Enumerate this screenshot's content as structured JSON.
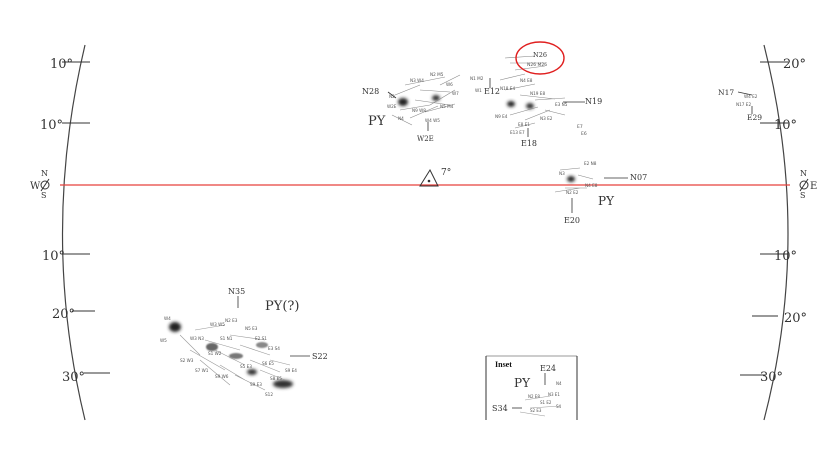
{
  "scale": {
    "left": [
      "10°",
      "10°",
      "10°",
      "20°",
      "30°"
    ],
    "right": [
      "20°",
      "10°",
      "10°",
      "20°",
      "30°"
    ]
  },
  "equator": {
    "left_n": "N",
    "left_w": "W",
    "left_s": "S",
    "right_n": "N",
    "right_e": "E",
    "right_s": "S",
    "line_color": "#e8413c"
  },
  "marker": {
    "label": "7°"
  },
  "highlight": {
    "label": "N26",
    "color": "#e02020"
  },
  "labels": {
    "n28": "N28",
    "w2e": "W2E",
    "py_a": "PY",
    "e12": "E12",
    "n19": "N19",
    "e18": "E18",
    "n17": "N17",
    "e29": "E29",
    "n07": "N07",
    "py_b": "PY",
    "e20": "E20",
    "n35": "N35",
    "py_c": "PY(?)",
    "s22": "S22",
    "inset_py": "PY",
    "e24": "E24",
    "s34": "S34"
  },
  "inset": {
    "title": "Inset"
  }
}
